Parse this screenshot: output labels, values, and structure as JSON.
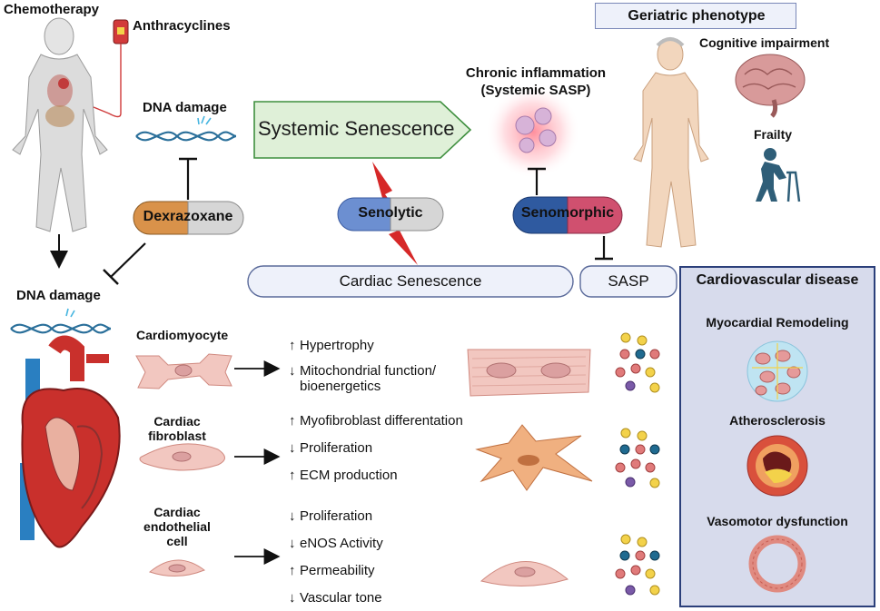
{
  "top": {
    "chemotherapy": "Chemotherapy",
    "anthracyclines": "Anthracyclines",
    "dna_damage_top": "DNA damage",
    "dna_damage_left": "DNA damage",
    "dexrazoxane": "Dexrazoxane",
    "systemic_senescence": "Systemic Senescence",
    "chronic_inflammation_line1": "Chronic inflammation",
    "chronic_inflammation_line2": "(Systemic SASP)",
    "senolytic": "Senolytic",
    "senomorphic": "Senomorphic",
    "cardiac_senescence": "Cardiac Senescence",
    "sasp": "SASP"
  },
  "geriatric": {
    "title": "Geriatric phenotype",
    "cognitive": "Cognitive impairment",
    "frailty": "Frailty"
  },
  "cvd": {
    "title": "Cardiovascular disease",
    "items": [
      "Myocardial Remodeling",
      "Atherosclerosis",
      "Vasomotor dysfunction"
    ]
  },
  "cells": {
    "cardiomyocyte": {
      "label": "Cardiomyocyte",
      "effects": [
        {
          "dir": "up",
          "text": "Hypertrophy"
        },
        {
          "dir": "down",
          "text": "Mitochondrial function/"
        },
        {
          "dir": "none",
          "text": "bioenergetics"
        }
      ]
    },
    "fibroblast": {
      "label_line1": "Cardiac",
      "label_line2": "fibroblast",
      "effects": [
        {
          "dir": "up",
          "text": "Myofibroblast differentation"
        },
        {
          "dir": "down",
          "text": "Proliferation"
        },
        {
          "dir": "up",
          "text": "ECM production"
        }
      ]
    },
    "endothelial": {
      "label_line1": "Cardiac",
      "label_line2": "endothelial",
      "label_line3": "cell",
      "effects": [
        {
          "dir": "down",
          "text": "Proliferation"
        },
        {
          "dir": "down",
          "text": "eNOS Activity"
        },
        {
          "dir": "up",
          "text": "Permeability"
        },
        {
          "dir": "down",
          "text": "Vascular tone"
        }
      ]
    }
  },
  "colors": {
    "systemic_box_fill": "#dff0d8",
    "systemic_box_stroke": "#3f8f3f",
    "cvd_panel_fill": "#d7dbec",
    "cvd_panel_stroke": "#2b3f7a",
    "geriatric_box_fill": "#eef1fa",
    "dexrazoxane_left": "#d9924a",
    "senolytic_left": "#6c8fd1",
    "senomorphic_left": "#2f5aa0",
    "senomorphic_right": "#d0506f",
    "lightning": "#d62828",
    "heart_red": "#c9302c",
    "vessel_blue": "#2a7fc1"
  }
}
